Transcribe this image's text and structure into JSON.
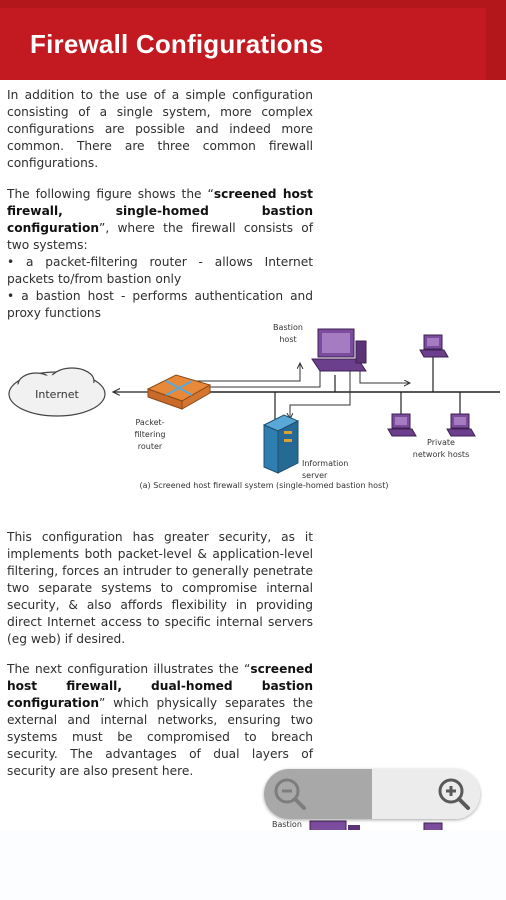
{
  "app": {
    "title": "Firewall Configurations"
  },
  "content": {
    "p1": "In addition to the use of a simple configuration consisting of a single system, more complex configurations are possible and indeed more common. There are three common firewall configurations.",
    "p2_intro": "The following figure shows the “",
    "p2_bold": "screened host firewall, single-homed bastion configuration",
    "p2_after": "”, where the firewall consists of two systems:",
    "bullet1": "• a packet-filtering router - allows Internet packets to/from bastion only",
    "bullet2": "• a bastion host - performs authentication and proxy functions",
    "p3": "This configuration has greater security, as it implements both packet-level & application-level filtering, forces an intruder to generally penetrate two separate systems to compromise internal security, & also affords flexibility in providing direct Internet access to specific internal servers (eg web) if desired.",
    "p4_intro": "The next configuration illustrates the “",
    "p4_bold": "screened host firewall, dual-homed bastion configuration",
    "p4_after": "” which physically separates the external and internal networks, ensuring two systems must be compromised to breach security. The advantages of dual layers of security are also present here."
  },
  "diagram": {
    "internet": "Internet",
    "bastion_l1": "Bastion",
    "bastion_l2": "host",
    "router_l1": "Packet-",
    "router_l2": "filtering",
    "router_l3": "router",
    "info_l1": "Information",
    "info_l2": "server",
    "private_l1": "Private",
    "private_l2": "network hosts",
    "caption": "(a) Screened host firewall system (single-homed bastion host)",
    "next_label": "Bastion",
    "colors": {
      "router": "#e07a2c",
      "workstation": "#6c3f8c",
      "server": "#2e7fb0"
    }
  },
  "zoom": {
    "out_icon": "zoom-out-icon",
    "in_icon": "zoom-in-icon"
  }
}
